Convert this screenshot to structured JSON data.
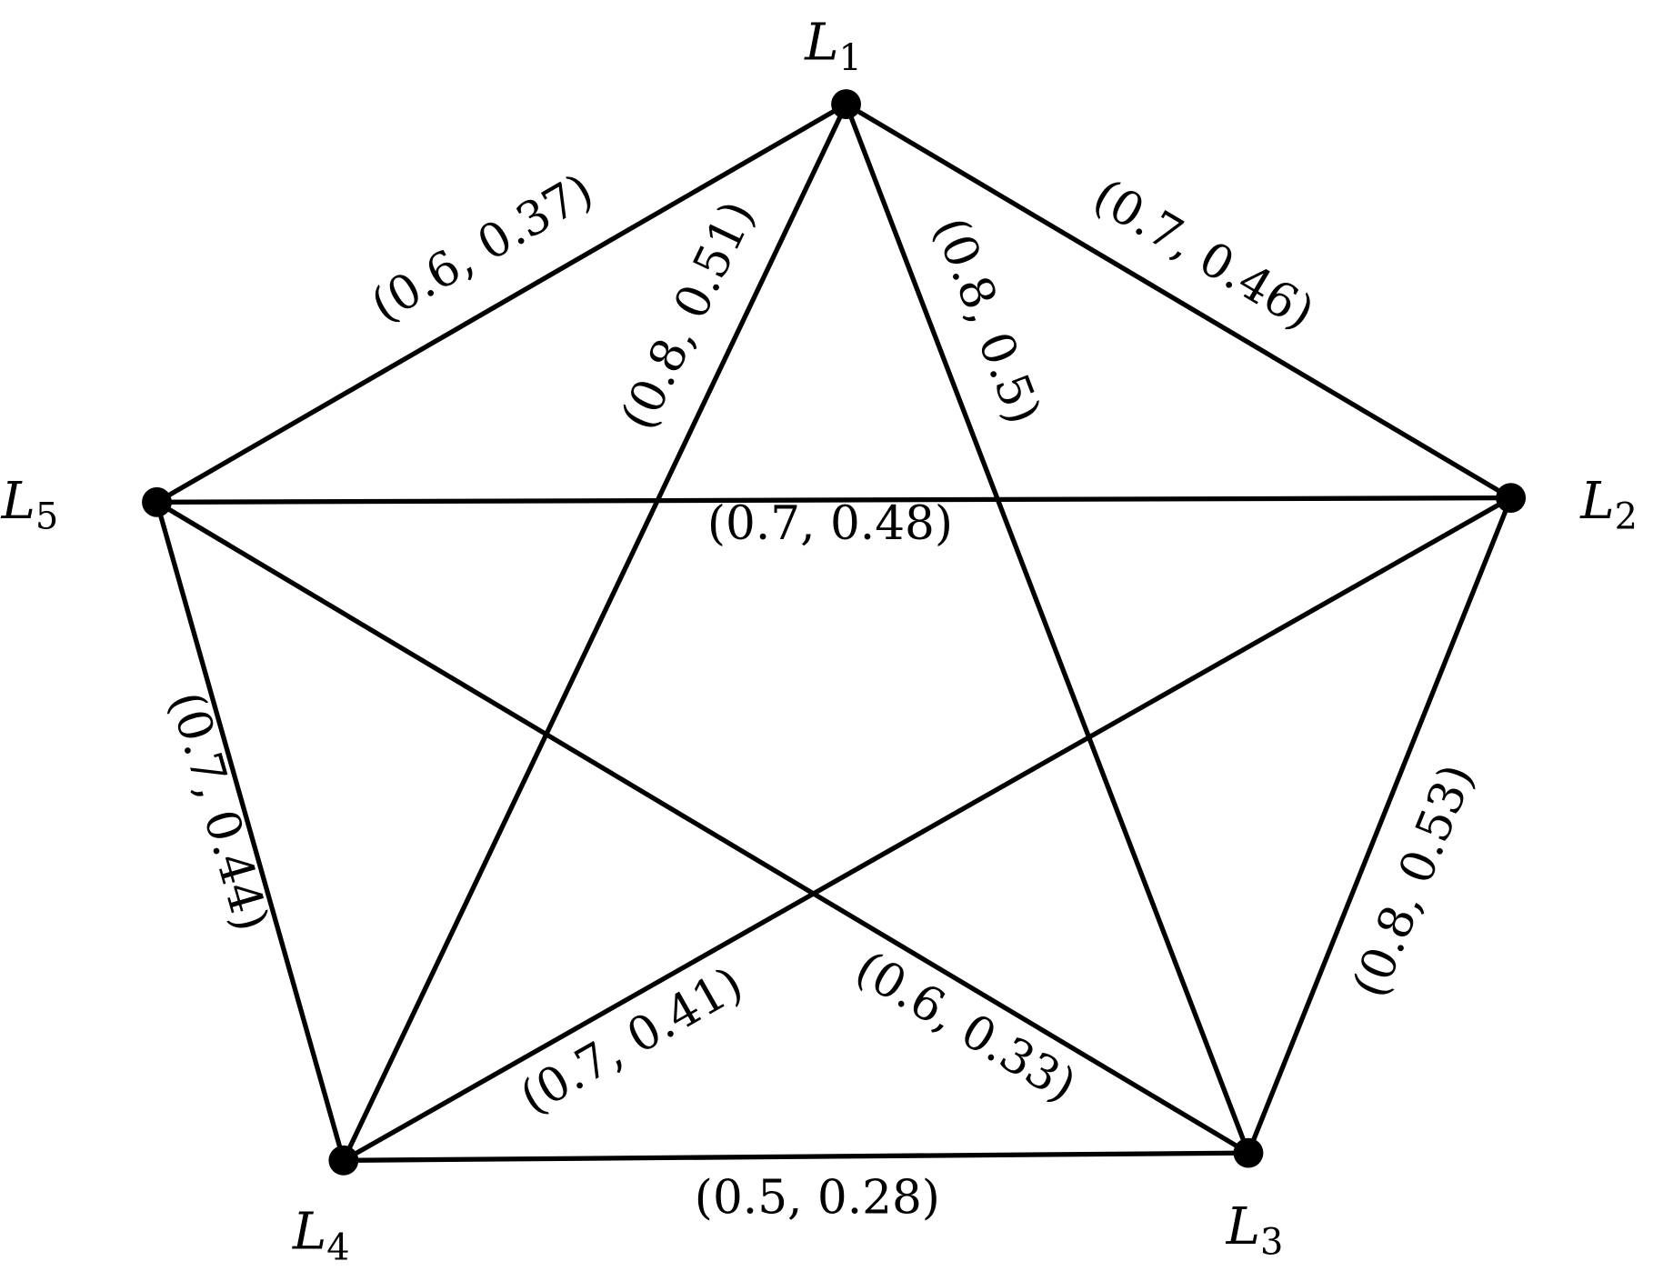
{
  "diagram": {
    "type": "complete-graph",
    "nodes": [
      {
        "id": "L1",
        "letter": "L",
        "sub": "1"
      },
      {
        "id": "L2",
        "letter": "L",
        "sub": "2"
      },
      {
        "id": "L3",
        "letter": "L",
        "sub": "3"
      },
      {
        "id": "L4",
        "letter": "L",
        "sub": "4"
      },
      {
        "id": "L5",
        "letter": "L",
        "sub": "5"
      }
    ],
    "edges": [
      {
        "from": "L5",
        "to": "L1",
        "label": "(0.6, 0.37)"
      },
      {
        "from": "L1",
        "to": "L2",
        "label": "(0.7, 0.46)"
      },
      {
        "from": "L1",
        "to": "L4",
        "label": "(0.8, 0.51)"
      },
      {
        "from": "L1",
        "to": "L3",
        "label": "(0.8, 0.5)"
      },
      {
        "from": "L5",
        "to": "L2",
        "label": "(0.7, 0.48)"
      },
      {
        "from": "L5",
        "to": "L4",
        "label": "(0.7, 0.44)"
      },
      {
        "from": "L2",
        "to": "L3",
        "label": "(0.8, 0.53)"
      },
      {
        "from": "L4",
        "to": "L2",
        "label": "(0.7, 0.41)"
      },
      {
        "from": "L5",
        "to": "L3",
        "label": "(0.6, 0.33)"
      },
      {
        "from": "L4",
        "to": "L3",
        "label": "(0.5, 0.28)"
      }
    ]
  }
}
